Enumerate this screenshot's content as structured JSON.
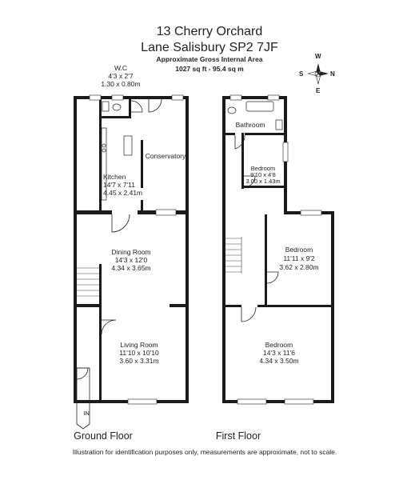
{
  "header": {
    "title_line1": "13 Cherry Orchard",
    "title_line2": "Lane Salisbury SP2 7JF",
    "area_label": "Approximate Gross Internal Area",
    "area_value": "1027 sq ft - 95.4 sq m"
  },
  "compass": {
    "n": "N",
    "s": "S",
    "e": "E",
    "w": "W"
  },
  "ground_floor": {
    "label": "Ground Floor",
    "entrance": "IN",
    "rooms": {
      "wc": {
        "name": "W.C",
        "imperial": "4'3 x 2'7",
        "metric": "1.30 x 0.80m"
      },
      "kitchen": {
        "name": "Kitchen",
        "imperial": "14'7 x 7'11",
        "metric": "4.45 x 2.41m"
      },
      "conservatory": {
        "name": "Conservatory"
      },
      "dining": {
        "name": "Dining Room",
        "imperial": "14'3 x 12'0",
        "metric": "4.34 x 3.65m"
      },
      "living": {
        "name": "Living Room",
        "imperial": "11'10 x 10'10",
        "metric": "3.60 x 3.31m"
      }
    }
  },
  "first_floor": {
    "label": "First Floor",
    "rooms": {
      "bathroom": {
        "name": "Bathroom"
      },
      "bedroom_small": {
        "name": "Bedroom",
        "imperial": "9'10 x 4'8",
        "metric": "3.00 x 1.43m"
      },
      "bedroom_middle": {
        "name": "Bedroom",
        "imperial": "11'11 x 9'2",
        "metric": "3.62 x 2.80m"
      },
      "bedroom_front": {
        "name": "Bedroom",
        "imperial": "14'3 x 11'6",
        "metric": "4.34 x 3.50m"
      }
    }
  },
  "footer": {
    "disclaimer": "Illustration for identification purposes only, measurements are approximate, not to scale."
  }
}
